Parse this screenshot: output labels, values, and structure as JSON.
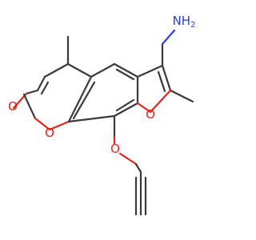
{
  "atoms": {
    "amine_nitrogen": "NH",
    "amine_hydrogen_count": "2",
    "furan_oxygen": "O",
    "pyranone_ring_oxygen": "O",
    "carbonyl_oxygen": "O",
    "ether_oxygen": "O"
  },
  "colors": {
    "bond": "#3a3a3a",
    "oxygen": "#e0241b",
    "nitrogen": "#2a3fd6",
    "background": "#ffffff"
  }
}
